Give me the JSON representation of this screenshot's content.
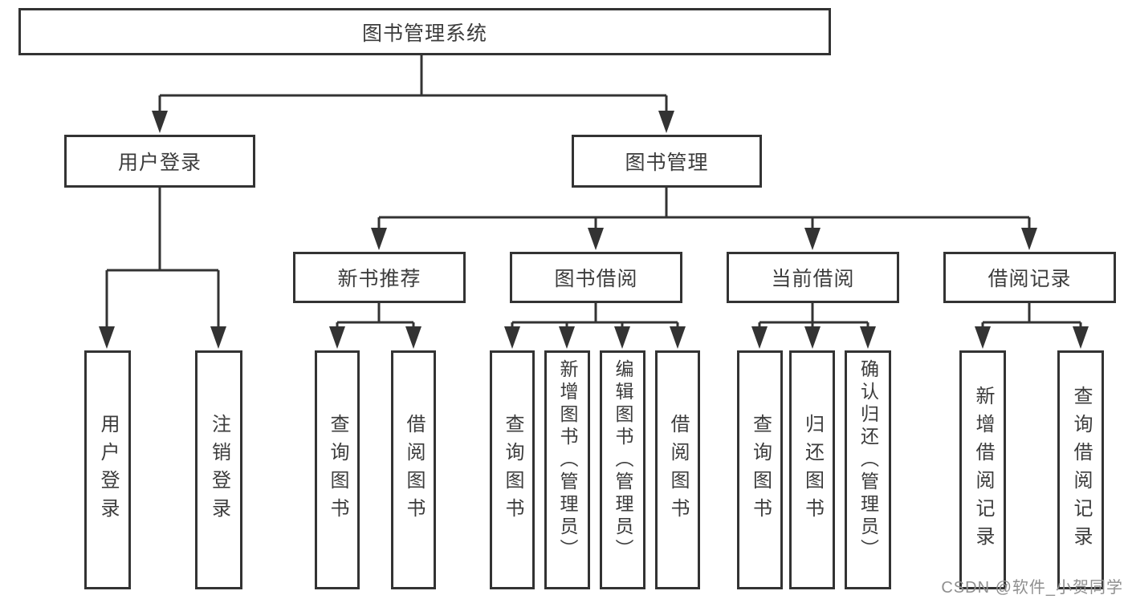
{
  "diagram": {
    "root_label": "图书管理系统",
    "level1": {
      "user_login": "用户登录",
      "book_mgmt": "图书管理"
    },
    "level2": {
      "new_rec": "新书推荐",
      "borrow": "图书借阅",
      "current": "当前借阅",
      "records": "借阅记录"
    },
    "leaves": {
      "ul_login": "用户登录",
      "ul_logout": "注销登录",
      "nr_query": "查询图书",
      "nr_borrow": "借阅图书",
      "bb_query": "查询图书",
      "bb_add": "新增图书（管理员）",
      "bb_edit": "编辑图书（管理员）",
      "bb_borrow": "借阅图书",
      "cb_query": "查询图书",
      "cb_return": "归还图书",
      "cb_confirm": "确认归还（管理员）",
      "br_add": "新增借阅记录",
      "br_query": "查询借阅记录"
    }
  },
  "watermark": "CSDN @软件_小贺同学",
  "colors": {
    "line": "#333333",
    "text": "#3c3c3c",
    "watermark": "#8f8f8f",
    "background": "#ffffff"
  }
}
